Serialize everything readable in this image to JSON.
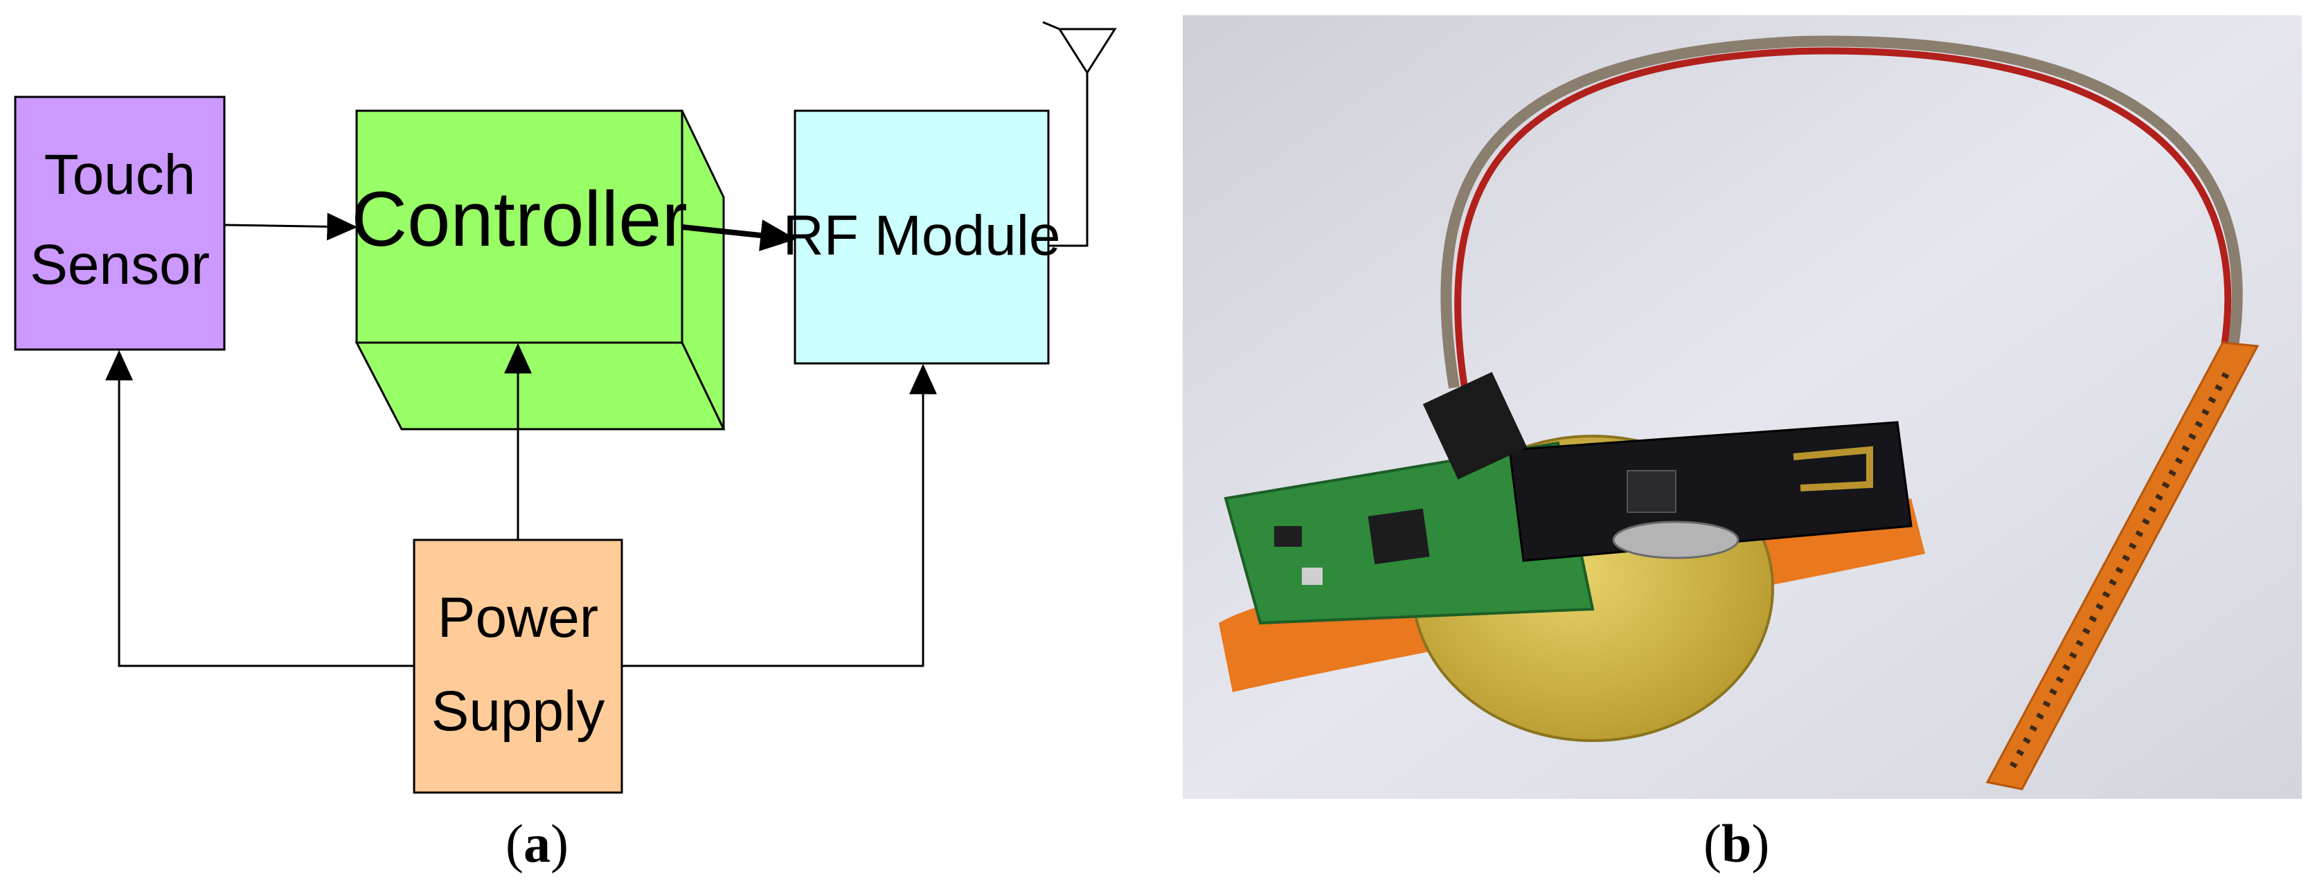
{
  "panel_a": {
    "blocks": {
      "touch_sensor": [
        "Touch",
        "Sensor"
      ],
      "controller": "Controller",
      "rf_module": "RF Module",
      "power_supply": [
        "Power",
        "Supply"
      ]
    },
    "colors": {
      "touch_sensor": "#cc99ff",
      "controller": "#99ff66",
      "rf_module": "#ccffff",
      "power_supply": "#ffcc99"
    },
    "caption": "a"
  },
  "panel_b": {
    "caption": "b"
  }
}
